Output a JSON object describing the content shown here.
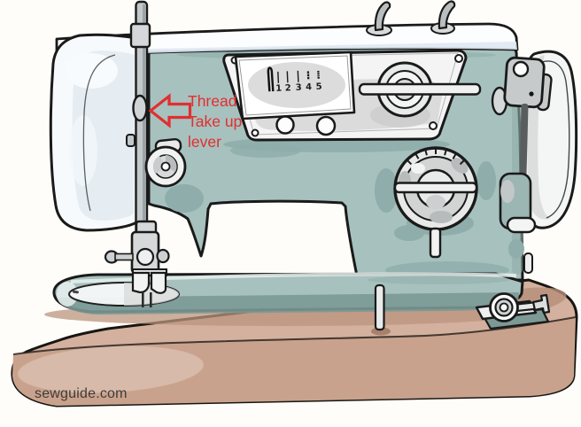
{
  "figure": {
    "title": "sewing-machine-illustration",
    "annotation": {
      "lines": [
        "Thread",
        "Take up",
        "lever"
      ],
      "icon": "left-arrow-icon",
      "color": "#e12f2f"
    },
    "watermark": {
      "text": "sewguide.com",
      "color": "#3f3b39"
    },
    "stitch_window": {
      "marks": [
        "|",
        "|",
        "|",
        "⁝",
        "⁞"
      ],
      "numbers": [
        "1",
        "2",
        "3",
        "4",
        "5"
      ]
    },
    "palette": {
      "body_teal": "#a7c1be",
      "body_teal_shade": "#8fadaa",
      "metal_gray": "#c3c8ca",
      "panel_white": "#f4f4f4",
      "base_tan_top": "#d3b19e",
      "base_tan_front": "#c9a28d",
      "outline_black": "#1a1a1a",
      "background": "#fffdf9"
    },
    "parts": [
      "spool-pins",
      "thread-take-up-lever",
      "tension-dial",
      "stitch-length-window",
      "stitch-selector-knob",
      "pattern-selector-dial",
      "hand-wheel",
      "bobbin-winder",
      "needle-bar",
      "presser-foot",
      "needle-plate",
      "machine-bed",
      "wooden-base",
      "hand-crank"
    ]
  }
}
